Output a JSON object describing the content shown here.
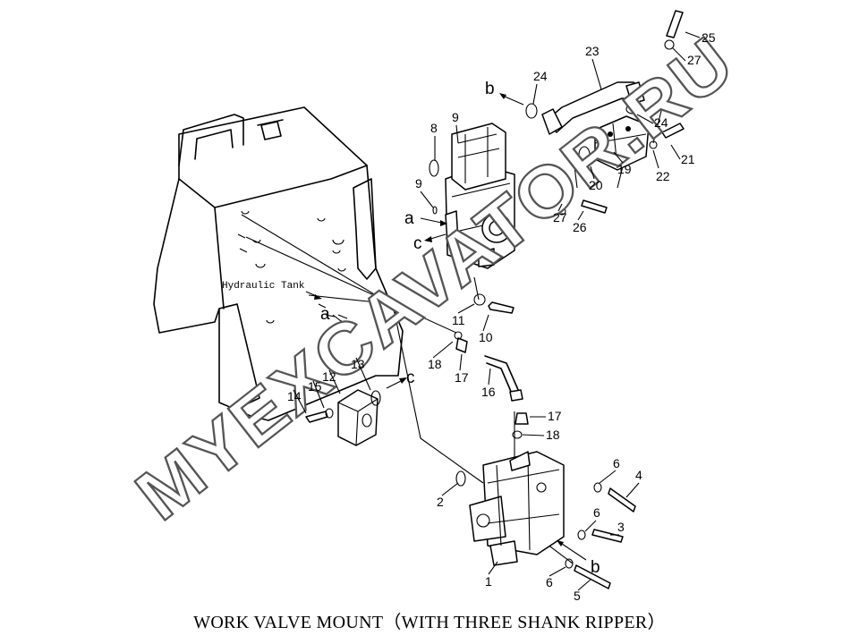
{
  "caption": "WORK VALVE MOUNT（WITH THREE SHANK RIPPER）",
  "tank_label": "Hydraulic Tank",
  "watermark": "MYEXCAVATOR.RU",
  "connection_letters": {
    "a_upper": "a",
    "c_upper": "c",
    "b_upper": "b",
    "a_tank": "a",
    "c_lower": "c",
    "b_lower": "b"
  },
  "part_numbers": {
    "n1": "1",
    "n2": "2",
    "n3": "3",
    "n4": "4",
    "n5": "5",
    "n6a": "6",
    "n6b": "6",
    "n6c": "6",
    "n8": "8",
    "n9a": "9",
    "n9b": "9",
    "n10": "10",
    "n11": "11",
    "n12": "12",
    "n13": "13",
    "n14": "14",
    "n15": "15",
    "n16": "16",
    "n17a": "17",
    "n17b": "17",
    "n18a": "18",
    "n18b": "18",
    "n19": "19",
    "n20": "20",
    "n21": "21",
    "n22": "22",
    "n23": "23",
    "n24a": "24",
    "n24b": "24",
    "n25": "25",
    "n26": "26",
    "n27a": "27",
    "n27b": "27"
  }
}
